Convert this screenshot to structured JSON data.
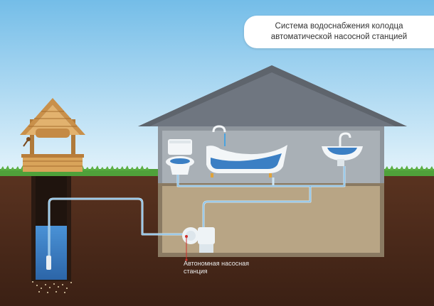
{
  "title": {
    "line1": "Система водоснабжения колодца",
    "line2": "автоматической насосной станцией"
  },
  "pump_label": {
    "line1": "Автономная насосная",
    "line2": "станция"
  },
  "colors": {
    "sky_top": "#7ec3ea",
    "sky_bottom": "#d6eef9",
    "grass": "#4fa13a",
    "soil": "#4a2a1a",
    "roof": "#6f7680",
    "house_wall": "#9aa0a6",
    "basement": "#b6a385",
    "water": "#3b7fc4",
    "pipe": "#cfe6f4",
    "label_dot": "#d0312d"
  },
  "icons": [
    "well-icon",
    "toilet-icon",
    "bathtub-icon",
    "sink-icon",
    "pump-icon"
  ]
}
